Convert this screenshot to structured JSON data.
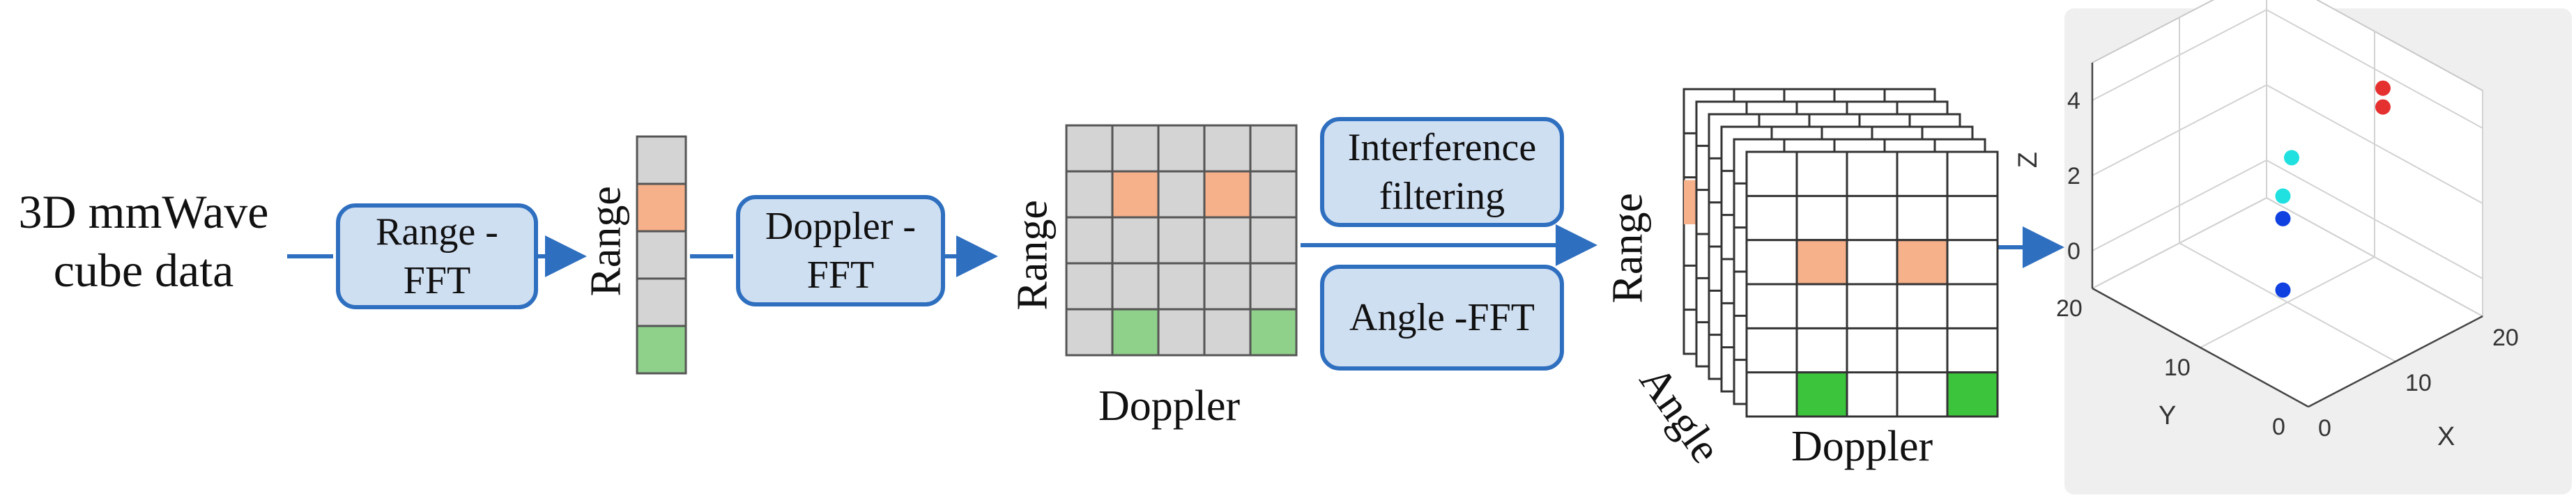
{
  "input": {
    "line1": "3D mmWave",
    "line2": "cube data"
  },
  "blocks": {
    "range_fft": {
      "line1": "Range -",
      "line2": "FFT"
    },
    "doppler_fft": {
      "line1": "Doppler -",
      "line2": "FFT"
    },
    "interference": {
      "line1": "Interference",
      "line2": "filtering"
    },
    "angle_fft": {
      "label": "Angle -FFT"
    }
  },
  "range_vector": {
    "label": "Range"
  },
  "range_doppler_map": {
    "ylabel": "Range",
    "xlabel": "Doppler"
  },
  "range_doppler_angle_cube": {
    "ylabel": "Range",
    "xlabel": "Doppler",
    "zlabel": "Angle"
  },
  "colors": {
    "arrow": "#2f6fbf",
    "box_fill": "#cfdff2",
    "cell": "#d4d4d4",
    "orange": "#f6b08a",
    "green": "#8fd18b",
    "bright_green": "#3cc43c"
  },
  "chart_data": {
    "type": "scatter",
    "title": "",
    "xlabel": "X",
    "ylabel": "Y",
    "zlabel": "Z",
    "xticks": [
      "0",
      "10",
      "20"
    ],
    "yticks": [
      "0",
      "10",
      "20"
    ],
    "zticks": [
      "0",
      "2",
      "4"
    ],
    "xlim": [
      0,
      20
    ],
    "ylim": [
      0,
      20
    ],
    "zlim": [
      -1,
      5
    ],
    "grid": true,
    "series": [
      {
        "color": "#e53030",
        "points": [
          {
            "x": 16,
            "y": 6,
            "z": 4.6
          },
          {
            "x": 16,
            "y": 6,
            "z": 4.1
          }
        ]
      },
      {
        "color": "#20e0e0",
        "points": [
          {
            "x": 8,
            "y": 8,
            "z": 3.4
          },
          {
            "x": 7,
            "y": 8,
            "z": 2.5
          }
        ]
      },
      {
        "color": "#1040e0",
        "points": [
          {
            "x": 7,
            "y": 8,
            "z": 1.9
          },
          {
            "x": 7,
            "y": 8,
            "z": 0
          }
        ]
      }
    ]
  }
}
